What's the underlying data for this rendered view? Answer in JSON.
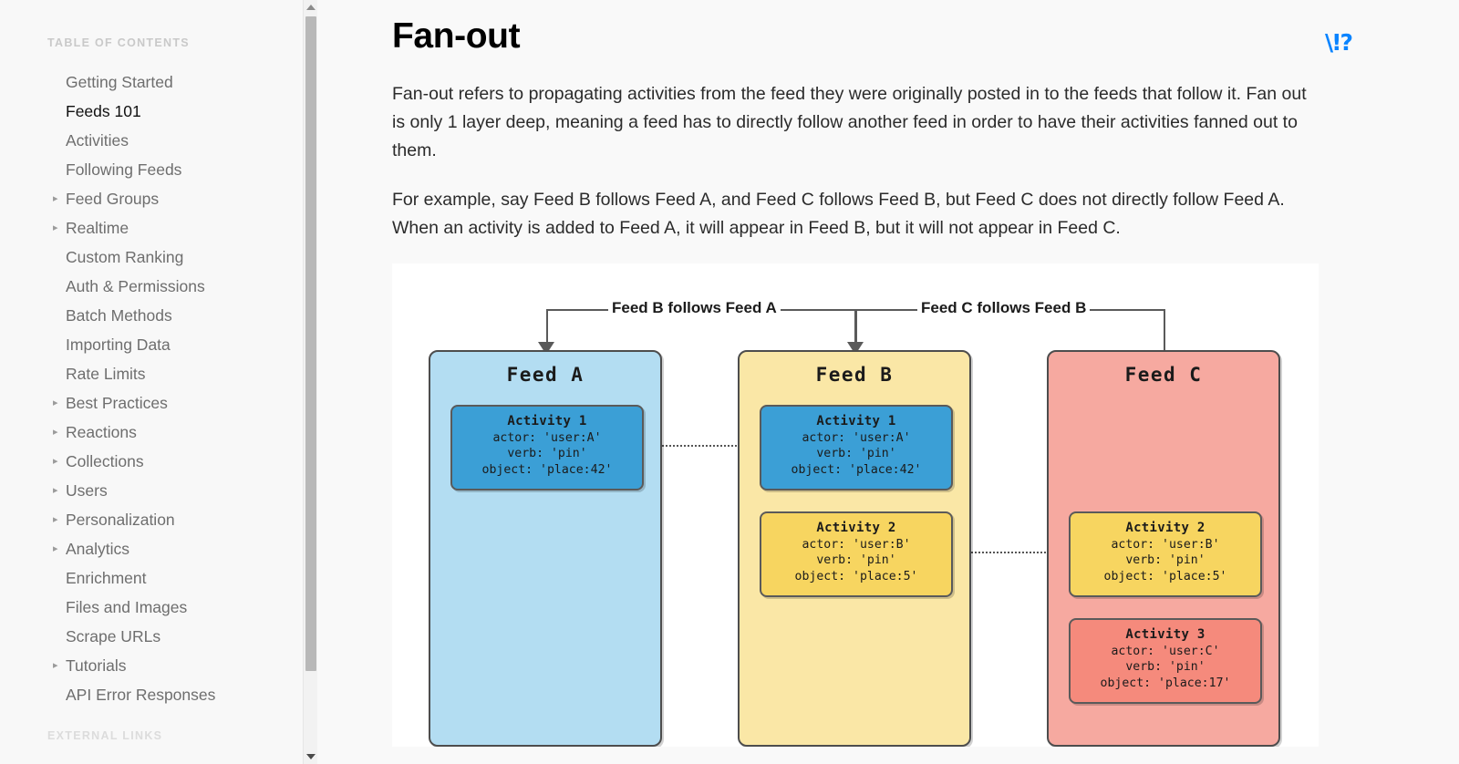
{
  "sidebar": {
    "heading": "TABLE OF CONTENTS",
    "footer_heading": "EXTERNAL LINKS",
    "items": [
      {
        "label": "Getting Started",
        "expandable": false,
        "active": false
      },
      {
        "label": "Feeds 101",
        "expandable": false,
        "active": true
      },
      {
        "label": "Activities",
        "expandable": false,
        "active": false
      },
      {
        "label": "Following Feeds",
        "expandable": false,
        "active": false
      },
      {
        "label": "Feed Groups",
        "expandable": true,
        "active": false
      },
      {
        "label": "Realtime",
        "expandable": true,
        "active": false
      },
      {
        "label": "Custom Ranking",
        "expandable": false,
        "active": false
      },
      {
        "label": "Auth & Permissions",
        "expandable": false,
        "active": false
      },
      {
        "label": "Batch Methods",
        "expandable": false,
        "active": false
      },
      {
        "label": "Importing Data",
        "expandable": false,
        "active": false
      },
      {
        "label": "Rate Limits",
        "expandable": false,
        "active": false
      },
      {
        "label": "Best Practices",
        "expandable": true,
        "active": false
      },
      {
        "label": "Reactions",
        "expandable": true,
        "active": false
      },
      {
        "label": "Collections",
        "expandable": true,
        "active": false
      },
      {
        "label": "Users",
        "expandable": true,
        "active": false
      },
      {
        "label": "Personalization",
        "expandable": true,
        "active": false
      },
      {
        "label": "Analytics",
        "expandable": true,
        "active": false
      },
      {
        "label": "Enrichment",
        "expandable": false,
        "active": false
      },
      {
        "label": "Files and Images",
        "expandable": false,
        "active": false
      },
      {
        "label": "Scrape URLs",
        "expandable": false,
        "active": false
      },
      {
        "label": "Tutorials",
        "expandable": true,
        "active": false
      },
      {
        "label": "API Error Responses",
        "expandable": false,
        "active": false
      }
    ],
    "caret_glyph": "▸"
  },
  "main": {
    "title": "Fan-out",
    "help_icon_glyph": "\\!?",
    "paragraphs": [
      "Fan-out refers to propagating activities from the feed they were originally posted in to the feeds that follow it. Fan out is only 1 layer deep, meaning a feed has to directly follow another feed in order to have their activities fanned out to them.",
      "For example, say Feed B follows Feed A, and Feed C follows Feed B, but Feed C does not directly follow Feed A. When an activity is added to Feed A, it will appear in Feed B, but it will not appear in Feed C."
    ]
  },
  "diagram": {
    "annotations": [
      "Feed B follows Feed A",
      "Feed C follows Feed B"
    ],
    "feeds": [
      {
        "title": "Feed  A",
        "color": "#b3ddf2",
        "activities": [
          {
            "title": "Activity 1",
            "actor": "actor: 'user:A'",
            "verb": "verb: 'pin'",
            "object": "object: 'place:42'",
            "color": "#3b9fd6"
          }
        ]
      },
      {
        "title": "Feed  B",
        "color": "#fae7a6",
        "activities": [
          {
            "title": "Activity 1",
            "actor": "actor: 'user:A'",
            "verb": "verb: 'pin'",
            "object": "object: 'place:42'",
            "color": "#3b9fd6"
          },
          {
            "title": "Activity 2",
            "actor": "actor: 'user:B'",
            "verb": "verb: 'pin'",
            "object": "object: 'place:5'",
            "color": "#f7d560"
          }
        ]
      },
      {
        "title": "Feed  C",
        "color": "#f6a9a0",
        "activities": [
          {
            "title": "Activity 2",
            "actor": "actor: 'user:B'",
            "verb": "verb: 'pin'",
            "object": "object: 'place:5'",
            "color": "#f7d560"
          },
          {
            "title": "Activity 3",
            "actor": "actor: 'user:C'",
            "verb": "verb: 'pin'",
            "object": "object: 'place:17'",
            "color": "#f58a7c"
          }
        ]
      }
    ]
  },
  "colors": {
    "accent": "#0a84ff",
    "sidebar_bg": "#f8f8f8",
    "page_bg": "#f9f9f9",
    "text": "#2b2b2b",
    "muted": "#6e6e6e"
  }
}
